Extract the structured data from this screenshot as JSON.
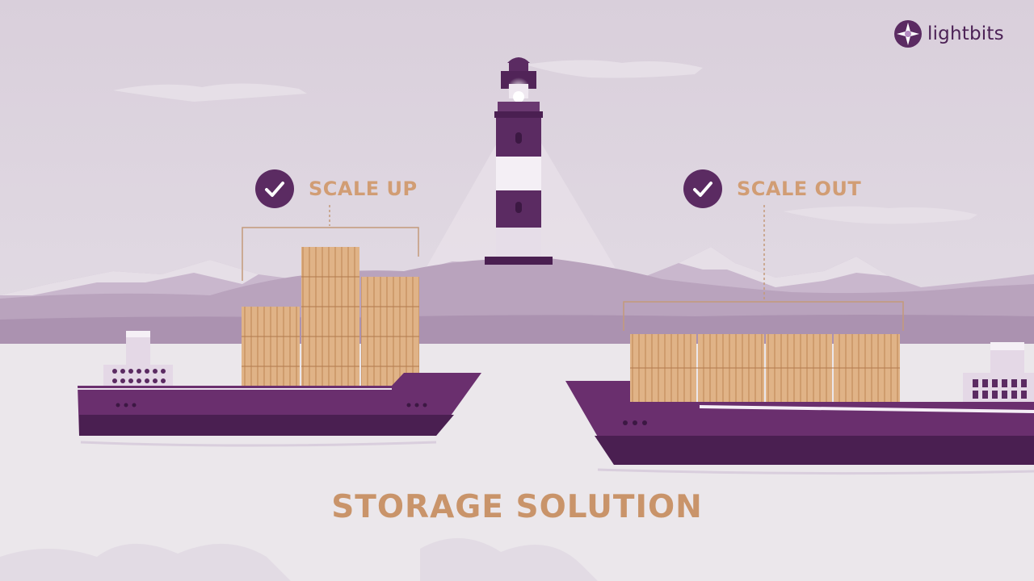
{
  "brand": {
    "logo_text": "lightbits",
    "logo_icon": "lightbits-logo-icon"
  },
  "features": [
    {
      "label": "SCALE UP",
      "icon": "check-icon"
    },
    {
      "label": "SCALE OUT",
      "icon": "check-icon"
    }
  ],
  "headline": "STORAGE SOLUTION",
  "colors": {
    "brand_purple": "#4c2256",
    "container_tan": "#e0b387",
    "label_tan": "#d19d74",
    "sky": "#ddd3de",
    "sea": "#ebe7eb"
  }
}
